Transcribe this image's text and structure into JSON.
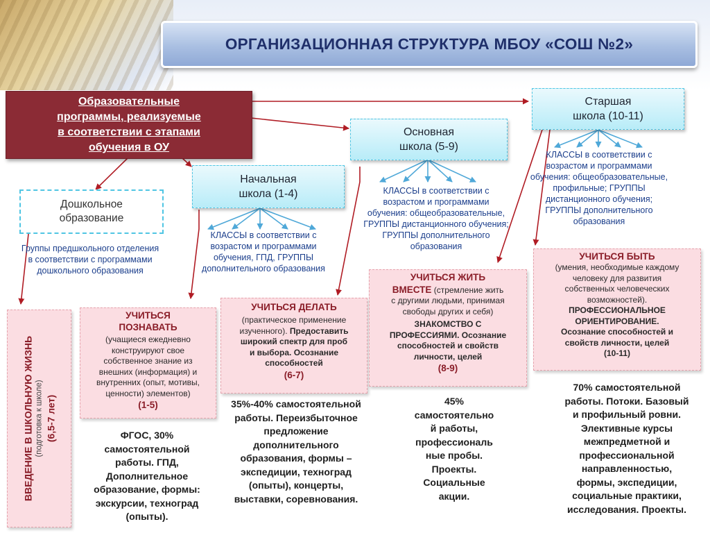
{
  "title": "ОРГАНИЗАЦИОННАЯ СТРУКТУРА МБОУ «СОШ №2»",
  "programs_box": "Образовательные\nпрограммы, реализуемые\n в соответствии с этапами\n обучения в ОУ",
  "preschool": {
    "label": "Дошкольное\nобразование",
    "groups": "Группы предшкольного отделения\nв соответствии с программами\nдошкольного образования"
  },
  "primary": {
    "label": "Начальная\nшкола (1-4)",
    "classes": "КЛАССЫ  в соответствии с\nвозрастом и программами\nобучения, ГПД, ГРУППЫ\nдополнительного образования"
  },
  "basic": {
    "label": "Основная\nшкола (5-9)",
    "classes": "КЛАССЫ  в соответствии с\nвозрастом и программами\nобучения: общеобразовательные,\nГРУППЫ дистанционного обучения;\nГРУППЫ  дополнительного\nобразования"
  },
  "senior": {
    "label": "Старшая\nшкола (10-11)",
    "classes": "КЛАССЫ  в соответствии с\nвозрастом и программами\nобучения: общеобразовательные,\nпрофильные;  ГРУППЫ\nдистанционного обучения;\nГРУППЫ  дополнительного\nобразования"
  },
  "stage_intro": {
    "title": "ВВЕДЕНИЕ В ШКОЛЬНУЮ ЖИЗНЬ",
    "note": "(подготовка к школе)",
    "range": "(6,5-7 лет)"
  },
  "stage_know": {
    "head": "УЧИТЬСЯ\nПОЗНАВАТЬ",
    "body": "(учащиеся ежедневно\nконструируют свое\nсобственное знание из\nвнешних (информация) и\nвнутренних (опыт, мотивы,\nценности) элементов)",
    "range": "(1-5)"
  },
  "stage_do": {
    "head": "УЧИТЬСЯ ДЕЛАТЬ",
    "body": "(практическое применение\nизученного). ",
    "bold": "Предоставить\nширокий спектр для проб\nи выбора. Осознание\nспособностей",
    "range": "(6-7)"
  },
  "stage_live": {
    "head": "УЧИТЬСЯ ЖИТЬ\nВМЕСТЕ",
    "body": " (стремление жить\nс другими людьми, принимая\nсвободы других и себя)",
    "bold": "ЗНАКОМСТВО С\nПРОФЕССИЯМИ",
    "bold2": ". Осознание\nспособностей и свойств\nличности, целей",
    "range": "(8-9)"
  },
  "stage_be": {
    "head": "УЧИТЬСЯ БЫТЬ",
    "body": "(умения, необходимые каждому\nчеловеку для развития\nсобственных человеческих\nвозможностей).",
    "bold": "ПРОФЕССИОНАЛЬНОЕ\nОРИЕНТИРОВАНИЕ.\nОсознание способностей и\nсвойств личности, целей\n(10-11)"
  },
  "notes": {
    "primary": "ФГОС, 30%\nсамостоятельной\nработы. ГПД,\nДополнительное\nобразование, формы:\nэкскурсии, техноград\n(опыты).",
    "middle": "35%-40% самостоятельной\nработы. Переизбыточное\nпредложение\nдополнительного\nобразования, формы –\nэкспедиции, техноград\n(опыты), концерты,\nвыставки, соревнования.",
    "upper_basic": "45%\nсамостоятельно\nй работы,\nпрофессиональ\nные пробы.\nПроекты.\nСоциальные\nакции.",
    "senior": "70% самостоятельной\nработы. Потоки. Базовый\nи профильный ровни.\nЭлективные курсы\nмежпредметной и\nпрофессиональной\nнаправленностью,\nформы,  экспедиции,\nсоциальные практики,\nисследования. Проекты."
  },
  "colors": {
    "arrow_red": "#b01c24",
    "arrow_blue": "#4fa8d8",
    "maroon": "#8b2b35",
    "title_text": "#1f2f6a",
    "stage_head": "#8a1d28",
    "class_text": "#1c3f8c"
  }
}
